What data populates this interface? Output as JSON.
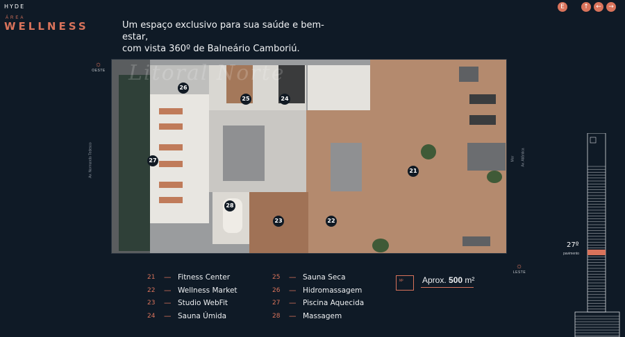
{
  "header": {
    "brand": "HYDE",
    "area_label": "ÁREA",
    "area_title": "WELLNESS",
    "tagline_line1": "Um espaço exclusivo para sua saúde e bem-estar,",
    "tagline_line2": "com vista 360º de Balneário Camboriú."
  },
  "nav": {
    "lang_label": "E",
    "up_icon": "↑",
    "back_icon": "←",
    "forward_icon": "→"
  },
  "compass": {
    "west_label": "OESTE",
    "east_label": "LESTE"
  },
  "streets": {
    "left": "Av. Normando Tedesco",
    "right_top": "Mar",
    "right_bottom": "Av. Atlântica"
  },
  "watermark": "Litoral Norte",
  "plan_markers": [
    {
      "id": "21"
    },
    {
      "id": "22"
    },
    {
      "id": "23"
    },
    {
      "id": "24"
    },
    {
      "id": "25"
    },
    {
      "id": "26"
    },
    {
      "id": "27"
    },
    {
      "id": "28"
    }
  ],
  "plan_marker_labels": {
    "m21": "21",
    "m22": "22",
    "m23": "23",
    "m24": "24",
    "m25": "25",
    "m26": "26",
    "m27": "27",
    "m28": "28"
  },
  "legend": {
    "dash": "—",
    "items": [
      {
        "num": "21",
        "label": "Fitness Center"
      },
      {
        "num": "22",
        "label": "Wellness Market"
      },
      {
        "num": "23",
        "label": "Studio WebFit"
      },
      {
        "num": "24",
        "label": "Sauna Úmida"
      },
      {
        "num": "25",
        "label": "Sauna Seca"
      },
      {
        "num": "26",
        "label": "Hidromassagem"
      },
      {
        "num": "27",
        "label": "Piscina Aquecida"
      },
      {
        "num": "28",
        "label": "Massagem"
      }
    ]
  },
  "area_info": {
    "icon_label": "M²",
    "prefix": "Aprox.",
    "value": "500",
    "unit": "m²"
  },
  "floor": {
    "number": "27º",
    "label": "pavimento"
  },
  "colors": {
    "background": "#0f1a26",
    "accent": "#d9735b",
    "wood": "#b48a6e",
    "pool": "#2f4038"
  }
}
